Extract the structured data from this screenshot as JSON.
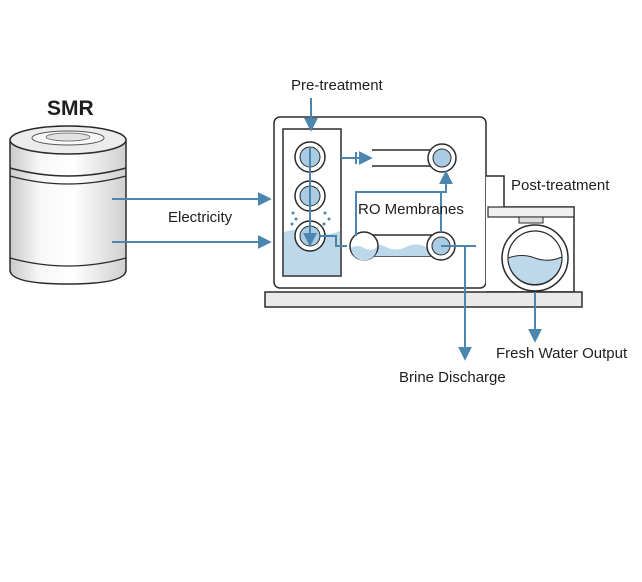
{
  "labels": {
    "smr": "SMR",
    "electricity": "Electricity",
    "pretreatment": "Pre-treatment",
    "ro_membranes": "RO Membranes",
    "posttreatment": "Post-treatment",
    "fresh_water_output": "Fresh Water Output",
    "brine_discharge": "Brine Discharge"
  },
  "colors": {
    "flow_line": "#4a86ad",
    "water": "#bcd8ea",
    "outline": "#2b2b2b",
    "reactor_body": "#f3f3f3",
    "base": "#e9e9e9"
  }
}
